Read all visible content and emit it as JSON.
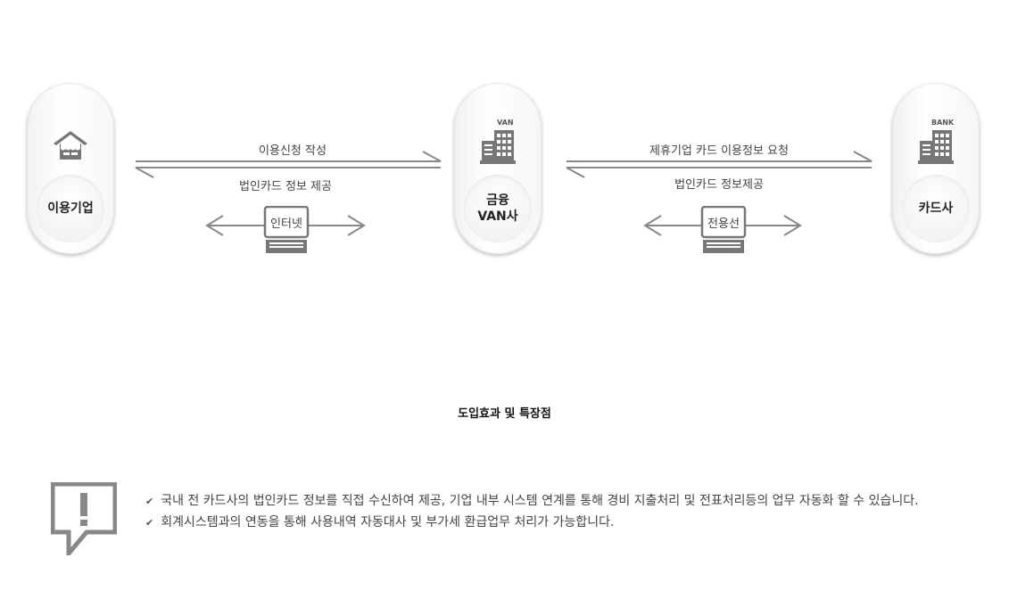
{
  "nodes": {
    "company": {
      "label": "이용기업",
      "icon": "store-icon"
    },
    "van": {
      "label_line1": "금융",
      "label_line2": "VAN사",
      "badge": "VAN",
      "icon": "building-icon"
    },
    "card": {
      "label": "카드사",
      "badge": "BANK",
      "icon": "building-icon"
    }
  },
  "flows": {
    "left": {
      "forward": "이용신청 작성",
      "backward": "법인카드 정보 제공",
      "channel": "인터넷"
    },
    "right": {
      "forward": "제휴기업 카드 이용정보 요청",
      "backward": "법인카드 정보제공",
      "channel": "전용선"
    }
  },
  "section_title": "도입효과 및 특장점",
  "benefits": [
    "국내 전 카드사의 법인카드 정보를 직접 수신하여 제공, 기업 내부 시스템 연계를 통해 경비 지출처리 및 전표처리등의 업무 자동화 할 수 있습니다.",
    "회계시스템과의 연동을 통해 사용내역 자동대사 및 부가세 환급업무 처리가 가능합니다."
  ],
  "colors": {
    "icon": "#777777",
    "line": "#888888"
  }
}
